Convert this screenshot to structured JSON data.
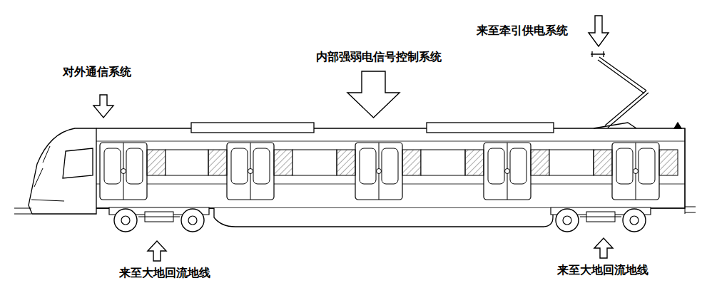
{
  "diagram": {
    "labels": [
      "来至牵引供电系统",
      "内部强弱电信号控制系统",
      "对外通信系统",
      "来至大地回流地线",
      "来至大地回流地线"
    ]
  }
}
